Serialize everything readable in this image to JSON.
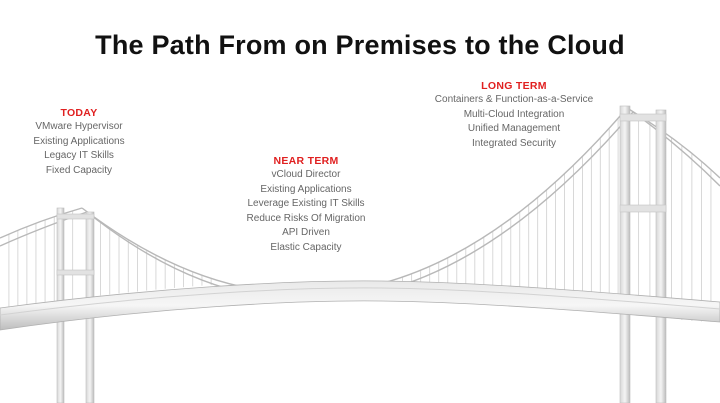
{
  "slide": {
    "title": "The Path From on Premises to the Cloud",
    "colors": {
      "heading": "#e02020",
      "body": "#666666",
      "title": "#111111"
    },
    "stages": {
      "today": {
        "heading": "TODAY",
        "items": [
          "VMware Hypervisor",
          "Existing Applications",
          "Legacy IT Skills",
          "Fixed Capacity"
        ]
      },
      "near_term": {
        "heading": "NEAR TERM",
        "items": [
          "vCloud Director",
          "Existing Applications",
          "Leverage Existing IT Skills",
          "Reduce Risks Of Migration",
          "API Driven",
          "Elastic Capacity"
        ]
      },
      "long_term": {
        "heading": "LONG TERM",
        "items": [
          "Containers & Function-as-a-Service",
          "Multi-Cloud Integration",
          "Unified Management",
          "Integrated Security"
        ]
      }
    }
  }
}
